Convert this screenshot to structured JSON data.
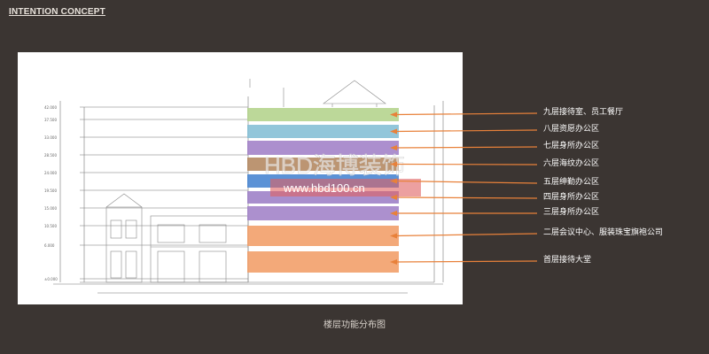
{
  "header": {
    "title": "INTENTION CONCEPT"
  },
  "floors": [
    {
      "label": "九层接待室、员工餐厅",
      "color": "#b5d48e"
    },
    {
      "label": "八层资愿办公区",
      "color": "#86c0d6"
    },
    {
      "label": "七层身所办公区",
      "color": "#a383c9"
    },
    {
      "label": "六层海纹办公区",
      "color": "#b58a63"
    },
    {
      "label": "五层绅勤办公区",
      "color": "#4a86d1"
    },
    {
      "label": "四层身所办公区",
      "color": "#9f82c8"
    },
    {
      "label": "三层身所办公区",
      "color": "#a384c9"
    },
    {
      "label": "二层会议中心、服装珠宝旗袍公司",
      "color": "#f2a06a"
    },
    {
      "label": "首层接待大堂",
      "color": "#f2a06a"
    }
  ],
  "arrow_color": "#e8813a",
  "watermark": {
    "brand": "HBD海博装饰",
    "url": "www.hbd100.cn"
  },
  "caption": "楼层功能分布图"
}
